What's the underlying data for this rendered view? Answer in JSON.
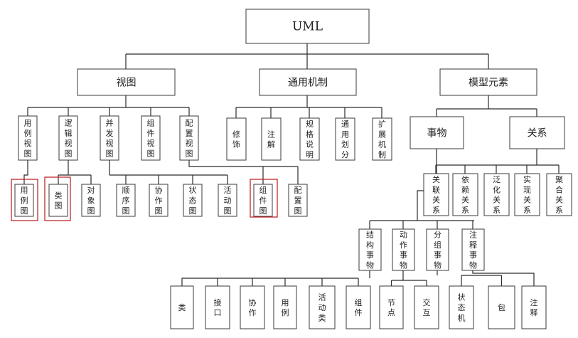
{
  "diagram": {
    "root": "UML",
    "categories": {
      "views": "视图",
      "common_mechanisms": "通用机制",
      "model_elements": "模型元素"
    },
    "views": [
      "用例视图",
      "逻辑视图",
      "并发视图",
      "组件视图",
      "配置视图"
    ],
    "diagrams": [
      "用例图",
      "类图",
      "对象图",
      "顺序图",
      "协作图",
      "状态图",
      "活动图",
      "组件图",
      "配置图"
    ],
    "highlighted_diagrams": [
      "用例图",
      "类图",
      "组件图"
    ],
    "mechanisms": [
      "修饰",
      "注解",
      "规格说明",
      "通用划分",
      "扩展机制"
    ],
    "element_groups": {
      "things": "事物",
      "relationships": "关系"
    },
    "relationships": [
      "关联关系",
      "依赖关系",
      "泛化关系",
      "实现关系",
      "聚合关系"
    ],
    "thing_kinds": [
      "结构事物",
      "动作事物",
      "分组事物",
      "注释事物"
    ],
    "thing_items": [
      "类",
      "接口",
      "协作",
      "用例",
      "活动类",
      "组件",
      "节点",
      "交互",
      "状态机",
      "包",
      "注释"
    ]
  }
}
